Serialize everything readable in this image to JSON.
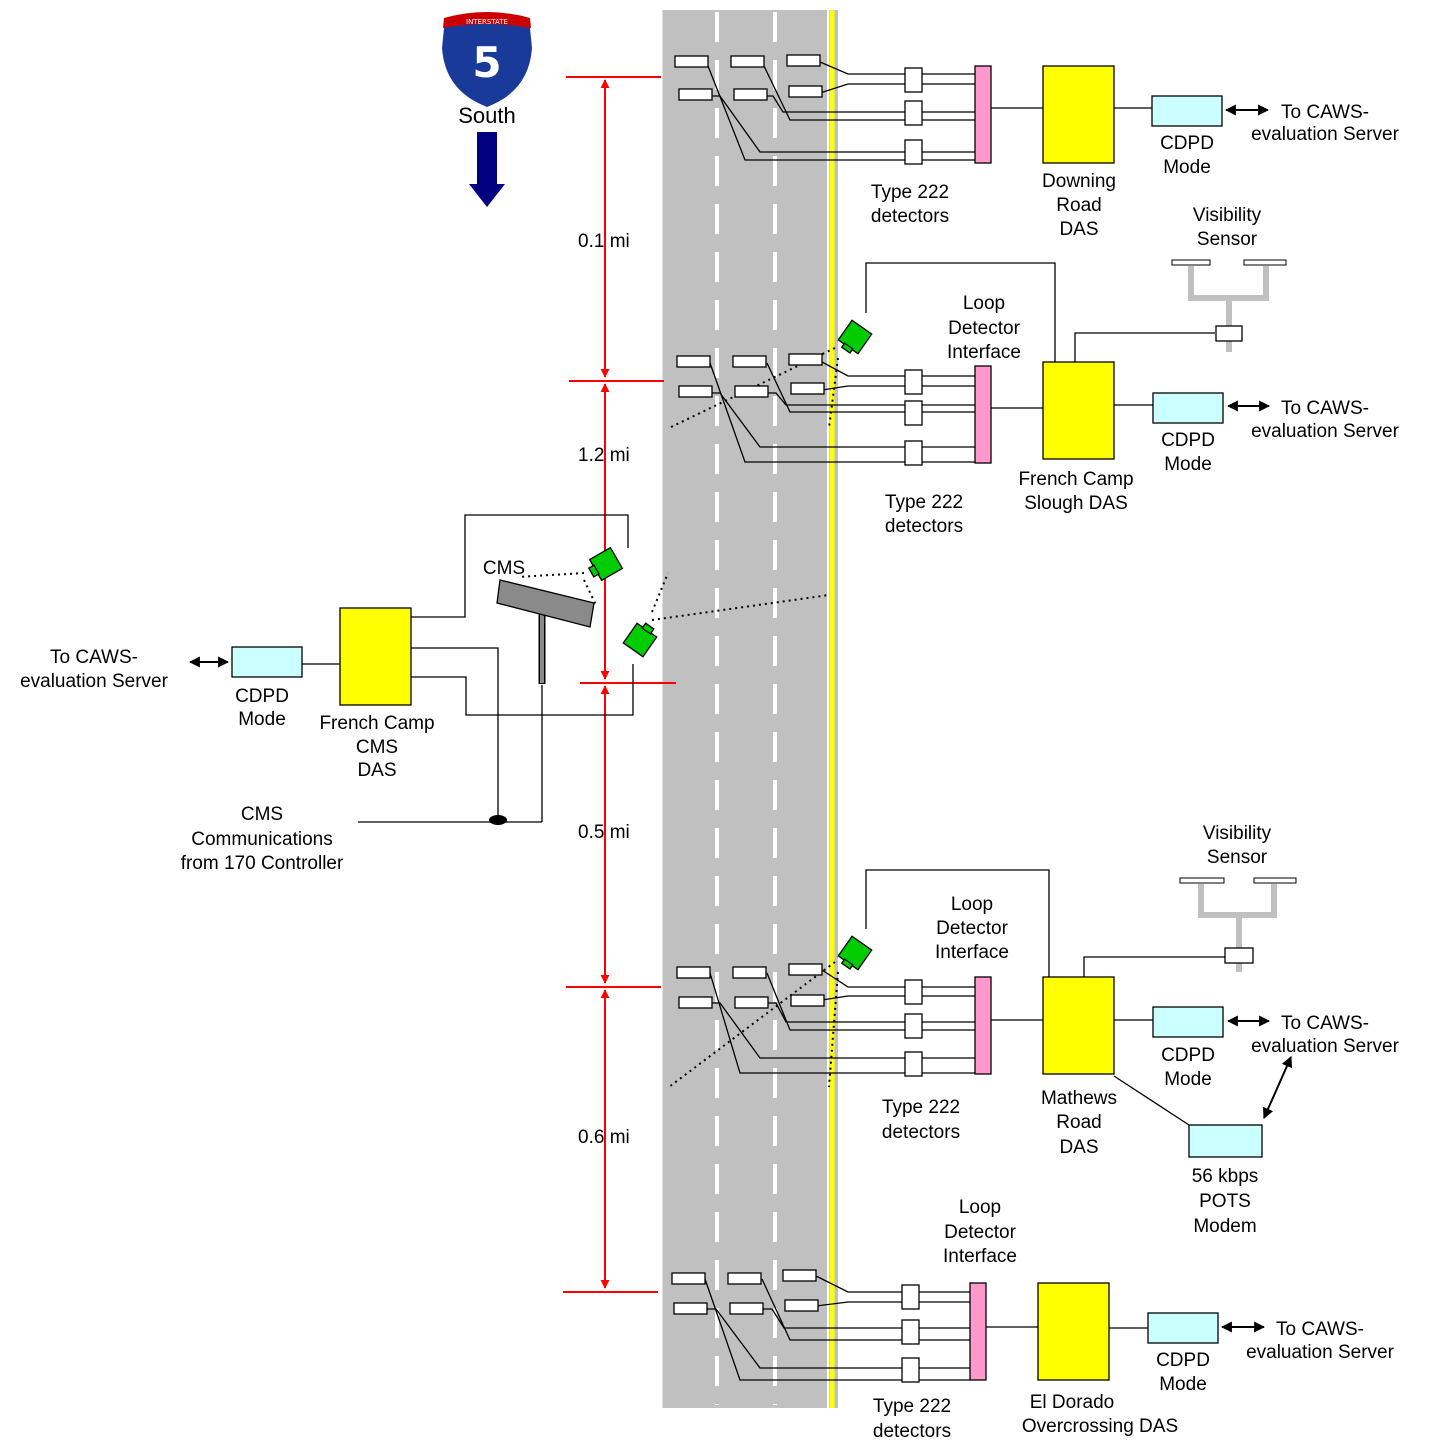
{
  "shield": {
    "top": "INTERSTATE",
    "number": "5",
    "direction": "South"
  },
  "distances": [
    "0.1 mi",
    "1.2 mi",
    "0.5 mi",
    "0.6 mi"
  ],
  "stations": [
    {
      "das": [
        "Downing",
        "Road",
        "DAS"
      ],
      "detectors": [
        "Type 222",
        "detectors"
      ],
      "modem": [
        "CDPD",
        "Mode"
      ],
      "server": [
        "To CAWS-",
        "evaluation Server"
      ]
    },
    {
      "das": [
        "French Camp",
        "Slough DAS"
      ],
      "detectors": [
        "Type 222",
        "detectors"
      ],
      "interface": [
        "Loop",
        "Detector",
        "Interface"
      ],
      "visibility": [
        "Visibility",
        "Sensor"
      ],
      "modem": [
        "CDPD",
        "Mode"
      ],
      "server": [
        "To CAWS-",
        "evaluation Server"
      ]
    },
    {
      "das": [
        "Mathews",
        "Road",
        "DAS"
      ],
      "detectors": [
        "Type 222",
        "detectors"
      ],
      "interface": [
        "Loop",
        "Detector",
        "Interface"
      ],
      "visibility": [
        "Visibility",
        "Sensor"
      ],
      "modem": [
        "CDPD",
        "Mode"
      ],
      "server": [
        "To CAWS-",
        "evaluation Server"
      ],
      "pots": [
        "56 kbps",
        "POTS",
        "Modem"
      ]
    },
    {
      "das": [
        "El Dorado",
        "Overcrossing DAS"
      ],
      "detectors": [
        "Type 222",
        "detectors"
      ],
      "interface": [
        "Loop",
        "Detector",
        "Interface"
      ],
      "modem": [
        "CDPD",
        "Mode"
      ],
      "server": [
        "To CAWS-",
        "evaluation Server"
      ]
    }
  ],
  "cms_station": {
    "das": [
      "French Camp",
      "CMS",
      "DAS"
    ],
    "sign_label": "CMS",
    "modem": [
      "CDPD",
      "Mode"
    ],
    "server": [
      "To CAWS-",
      "evaluation Server"
    ],
    "comms": [
      "CMS",
      "Communications",
      "from 170 Controller"
    ]
  },
  "colors": {
    "road": "#c0c0c0",
    "lane_marking": "#ffffff",
    "edge_line": "#ffff00",
    "das": "#ffff00",
    "modem": "#ccffff",
    "interface": "#ff99cc",
    "camera": "#00cc00",
    "distance_marker": "#ff0000",
    "shield_top": "#cc0000",
    "shield_body": "#1a3a9a",
    "arrow": "#000080",
    "sensor": "#c0c0c0",
    "sign": "#8a8a8a"
  }
}
